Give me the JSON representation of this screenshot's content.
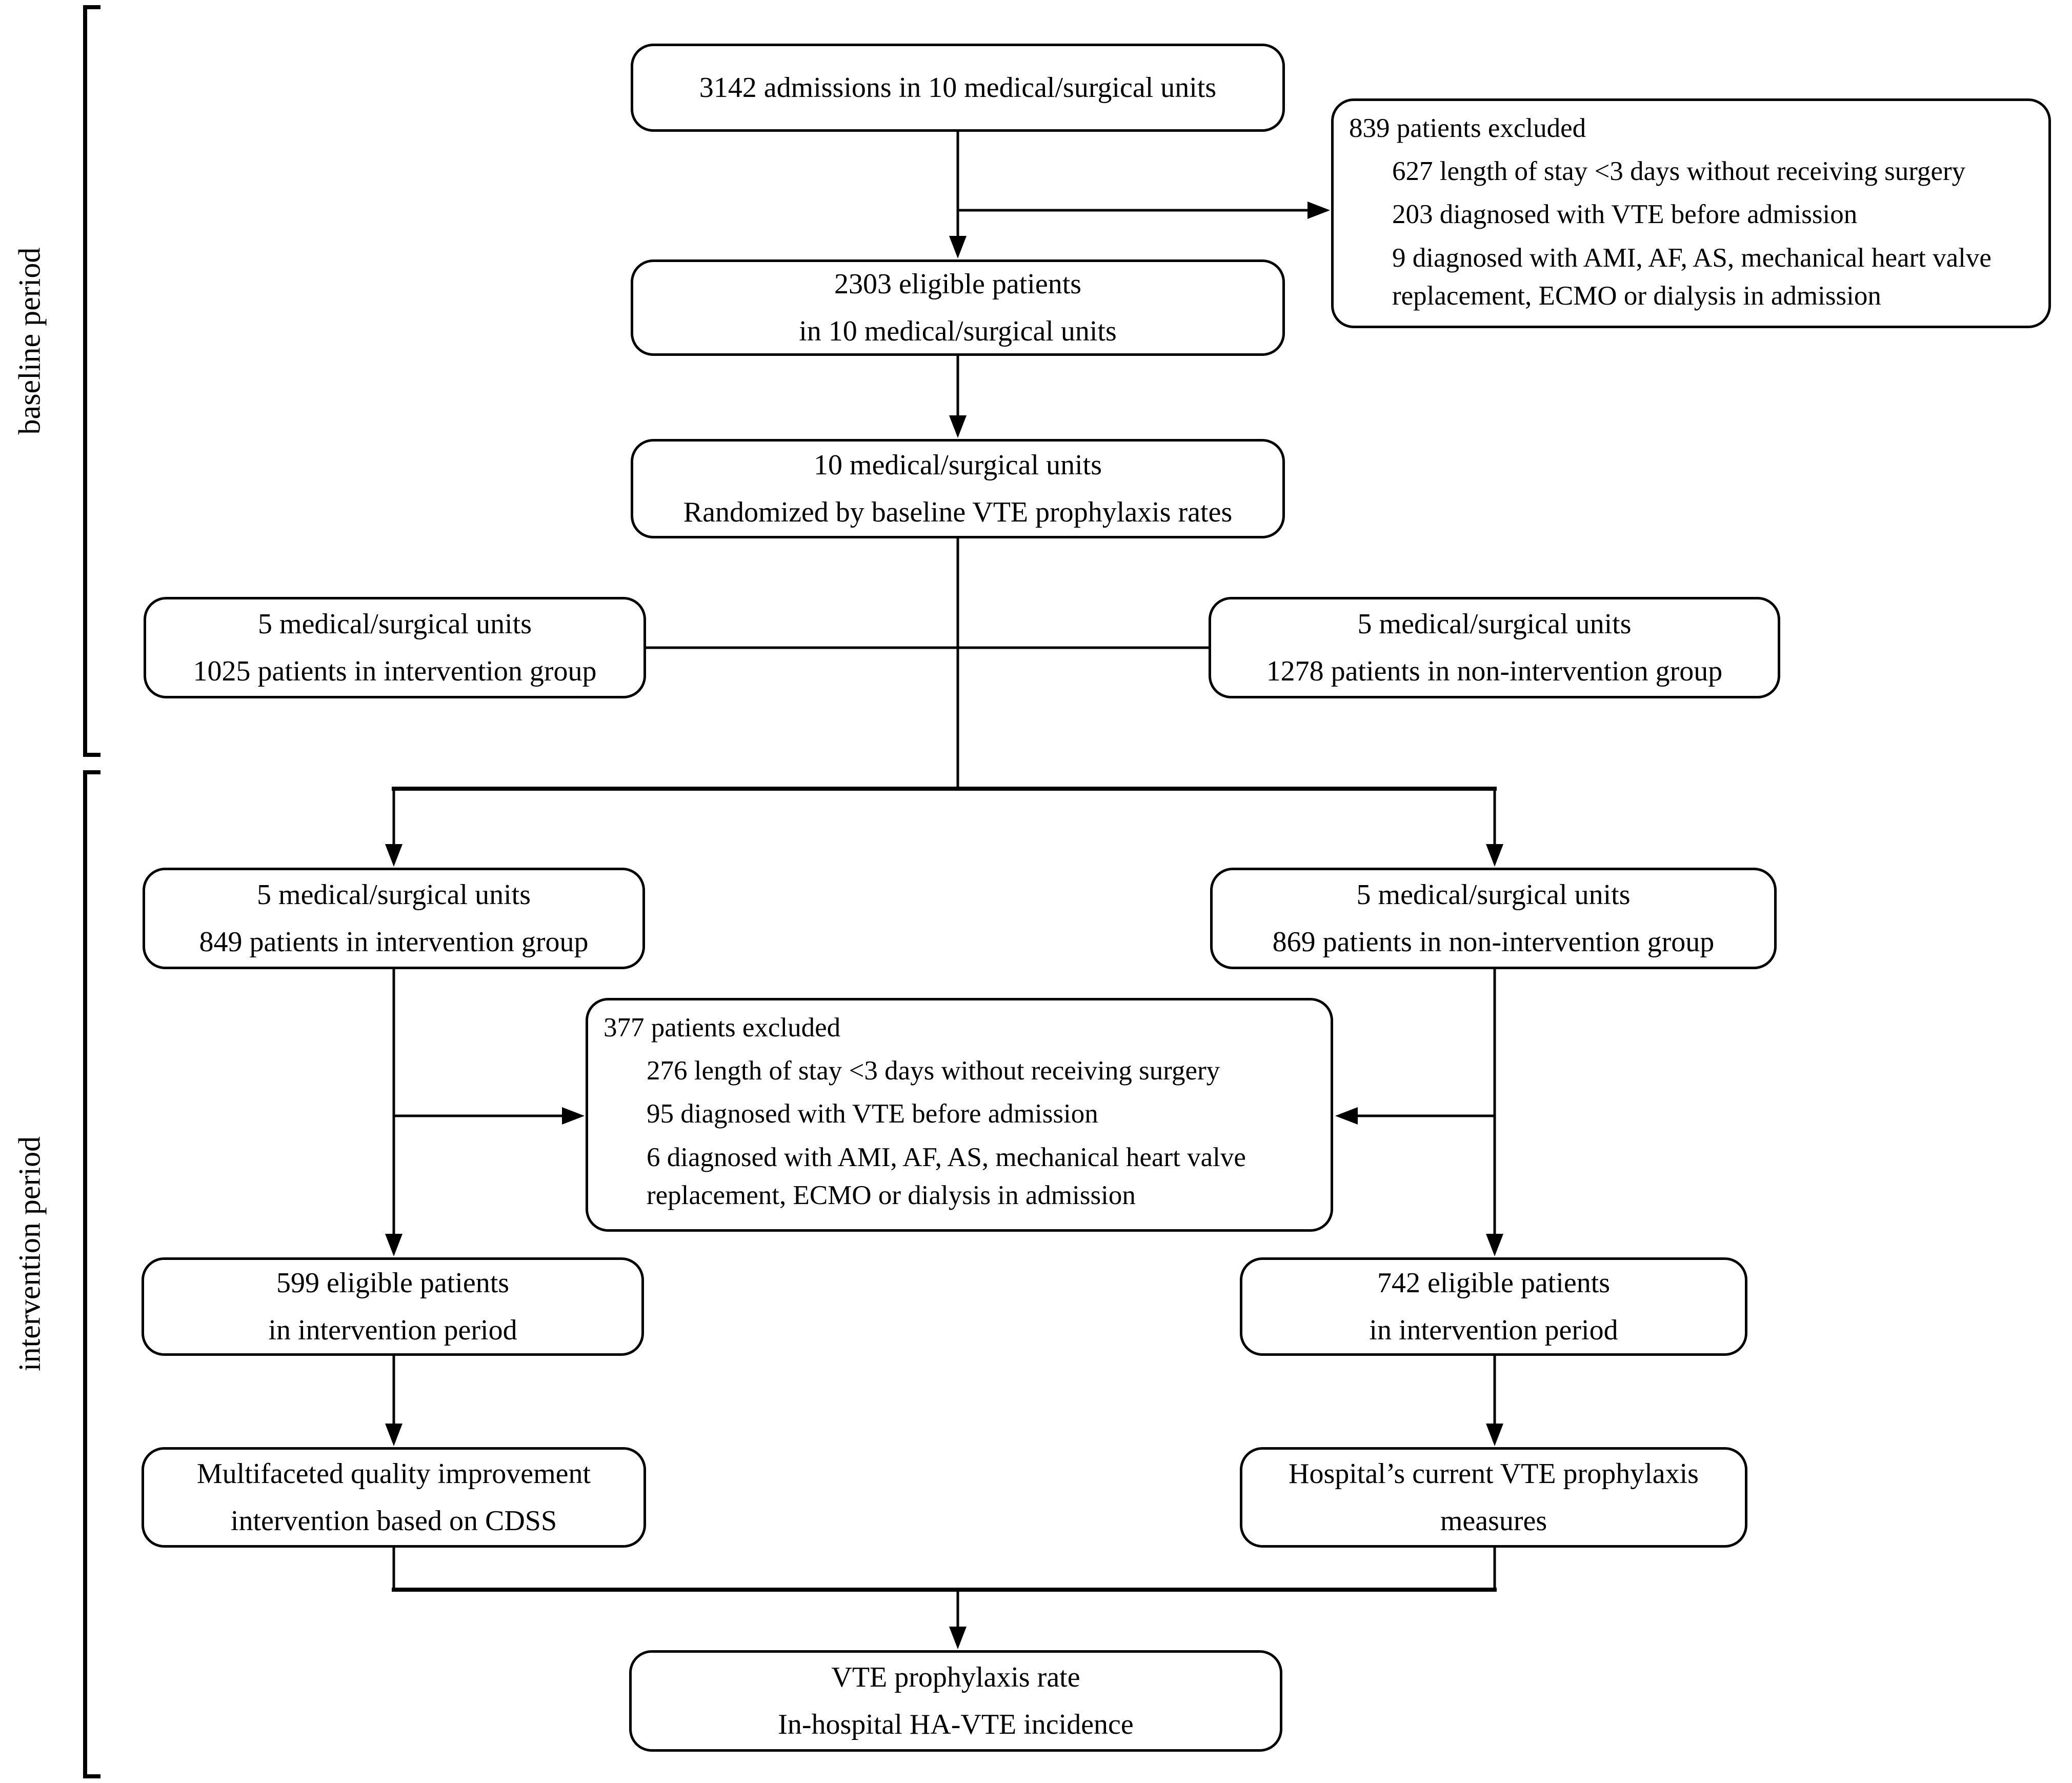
{
  "labels": {
    "baseline_period": "baseline period",
    "intervention_period": "intervention period"
  },
  "boxes": {
    "admissions": {
      "lines": [
        "3142 admissions in 10 medical/surgical units"
      ]
    },
    "excluded_baseline": {
      "header": "839 patients excluded",
      "items": [
        "627 length of stay <3 days without receiving surgery",
        "203 diagnosed with VTE before admission",
        "9 diagnosed with AMI, AF,  AS, mechanical heart valve replacement, ECMO or dialysis in admission"
      ]
    },
    "eligible_baseline": {
      "lines": [
        "2303 eligible patients",
        "in 10 medical/surgical units"
      ]
    },
    "randomized": {
      "lines": [
        "10 medical/surgical units",
        "Randomized by baseline VTE prophylaxis rates"
      ]
    },
    "baseline_intervention_group": {
      "lines": [
        "5 medical/surgical units",
        "1025 patients in intervention group"
      ]
    },
    "baseline_nonintervention_group": {
      "lines": [
        "5 medical/surgical units",
        "1278 patients in non-intervention  group"
      ]
    },
    "period_intervention_group": {
      "lines": [
        "5 medical/surgical units",
        "849 patients in intervention group"
      ]
    },
    "period_nonintervention_group": {
      "lines": [
        "5 medical/surgical units",
        "869 patients in non-intervention group"
      ]
    },
    "excluded_intervention": {
      "header": "377 patients excluded",
      "items": [
        "276 length of stay <3 days without receiving surgery",
        "95 diagnosed with VTE before admission",
        "6 diagnosed with AMI, AF,  AS, mechanical heart valve replacement, ECMO or dialysis in admission"
      ]
    },
    "eligible_intervention_left": {
      "lines": [
        "599 eligible patients",
        "in intervention period"
      ]
    },
    "eligible_intervention_right": {
      "lines": [
        "742 eligible patients",
        "in intervention period"
      ]
    },
    "cdss_intervention": {
      "lines": [
        "Multifaceted quality improvement",
        "intervention based on CDSS"
      ]
    },
    "hospital_measures": {
      "lines": [
        "Hospital’s current VTE prophylaxis",
        "measures"
      ]
    },
    "outcomes": {
      "lines": [
        "VTE prophylaxis rate",
        "In-hospital HA-VTE incidence"
      ]
    }
  }
}
